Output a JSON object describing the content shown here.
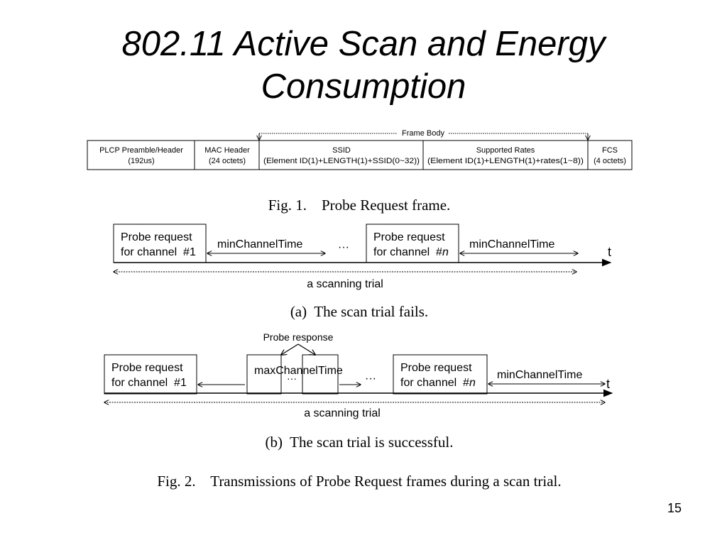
{
  "slide": {
    "title_line1": "802.11 Active Scan and Energy",
    "title_line2": "Consumption",
    "number": "15"
  },
  "fig1": {
    "frame_body_label": "Frame Body",
    "fields": [
      {
        "line1": "PLCP Preamble/Header",
        "line2": "(192us)"
      },
      {
        "line1": "MAC Header",
        "line2": "(24 octets)"
      },
      {
        "line1": "SSID",
        "line2": "(Element ID(1)+LENGTH(1)+SSID(0~32))"
      },
      {
        "line1": "Supported Rates",
        "line2": "(Element ID(1)+LENGTH(1)+rates(1~8))"
      },
      {
        "line1": "FCS",
        "line2": "(4 octets)"
      }
    ],
    "caption": "Fig. 1.    Probe Request frame."
  },
  "fig2a": {
    "probe1_line1": "Probe request",
    "probe1_line2": "for channel  #1",
    "probeN_line1": "Probe request",
    "probeN_line2_prefix": "for channel  #",
    "probeN_line2_n": "n",
    "min_channel_time": "minChannelTime",
    "ellipsis": "···",
    "axis_label": "t",
    "trial_label": "a scanning trial",
    "caption": "(a)  The scan trial fails."
  },
  "fig2b": {
    "probe_response": "Probe response",
    "probe1_line1": "Probe request",
    "probe1_line2": "for channel  #1",
    "max_channel_time": "maxChannelTime",
    "ellipsis": "···",
    "probeN_line1": "Probe request",
    "probeN_line2_prefix": "for channel  #",
    "probeN_line2_n": "n",
    "min_channel_time": "minChannelTime",
    "axis_label": "t",
    "trial_label": "a scanning trial",
    "caption": "(b)  The scan trial is successful."
  },
  "fig2_caption": "Fig. 2.    Transmissions of Probe Request frames during a scan trial."
}
